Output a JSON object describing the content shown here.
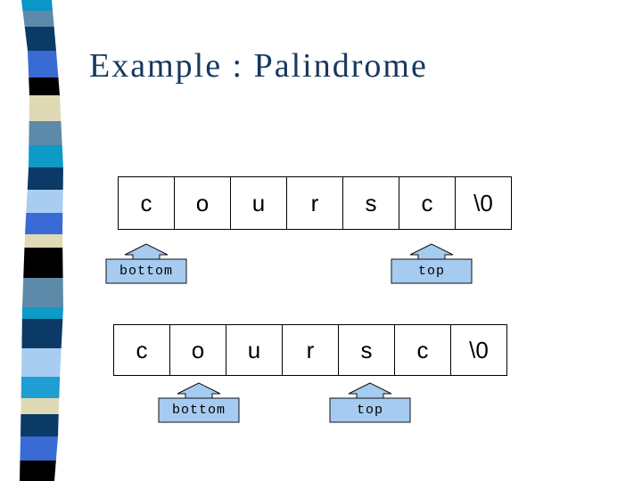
{
  "title": {
    "text": "Example : Palindrome"
  },
  "rows": [
    {
      "cells": [
        "c",
        "o",
        "u",
        "r",
        "s",
        "c",
        "\\0"
      ],
      "pointers": [
        {
          "label": "bottom",
          "cell_index": 0
        },
        {
          "label": "top",
          "cell_index": 5
        }
      ]
    },
    {
      "cells": [
        "c",
        "o",
        "u",
        "r",
        "s",
        "c",
        "\\0"
      ],
      "pointers": [
        {
          "label": "bottom",
          "cell_index": 1
        },
        {
          "label": "top",
          "cell_index": 4
        }
      ]
    }
  ],
  "colors": {
    "background": "#FFFFFF",
    "title_text": "#17375E",
    "cell_border": "#000000",
    "cell_fill": "#FFFFFF",
    "cell_text": "#000000",
    "pointer_fill": "#A6CBF0",
    "pointer_border": "#111111",
    "pointer_text": "#000000"
  },
  "ribbon": {
    "segments": [
      {
        "color": "#0996C8",
        "height": 12
      },
      {
        "color": "#5D8AA8",
        "height": 18
      },
      {
        "color": "#0B3A66",
        "height": 27
      },
      {
        "color": "#3A6AD4",
        "height": 30
      },
      {
        "color": "#000000",
        "height": 20
      },
      {
        "color": "#DFD9B5",
        "height": 29
      },
      {
        "color": "#5D8AA8",
        "height": 27
      },
      {
        "color": "#0D9AC6",
        "height": 25
      },
      {
        "color": "#0B3A66",
        "height": 25
      },
      {
        "color": "#A8CDF0",
        "height": 26
      },
      {
        "color": "#3A6AD4",
        "height": 24
      },
      {
        "color": "#DFD9B5",
        "height": 15
      },
      {
        "color": "#000000",
        "height": 34
      },
      {
        "color": "#5D8AA8",
        "height": 33
      },
      {
        "color": "#0D9AC6",
        "height": 13
      },
      {
        "color": "#0B3A66",
        "height": 33
      },
      {
        "color": "#A8CDF0",
        "height": 32
      },
      {
        "color": "#1E9ED2",
        "height": 24
      },
      {
        "color": "#DFD9B5",
        "height": 18
      },
      {
        "color": "#0B3A66",
        "height": 25
      },
      {
        "color": "#3A6AD4",
        "height": 27
      },
      {
        "color": "#000000",
        "height": 23
      }
    ]
  }
}
